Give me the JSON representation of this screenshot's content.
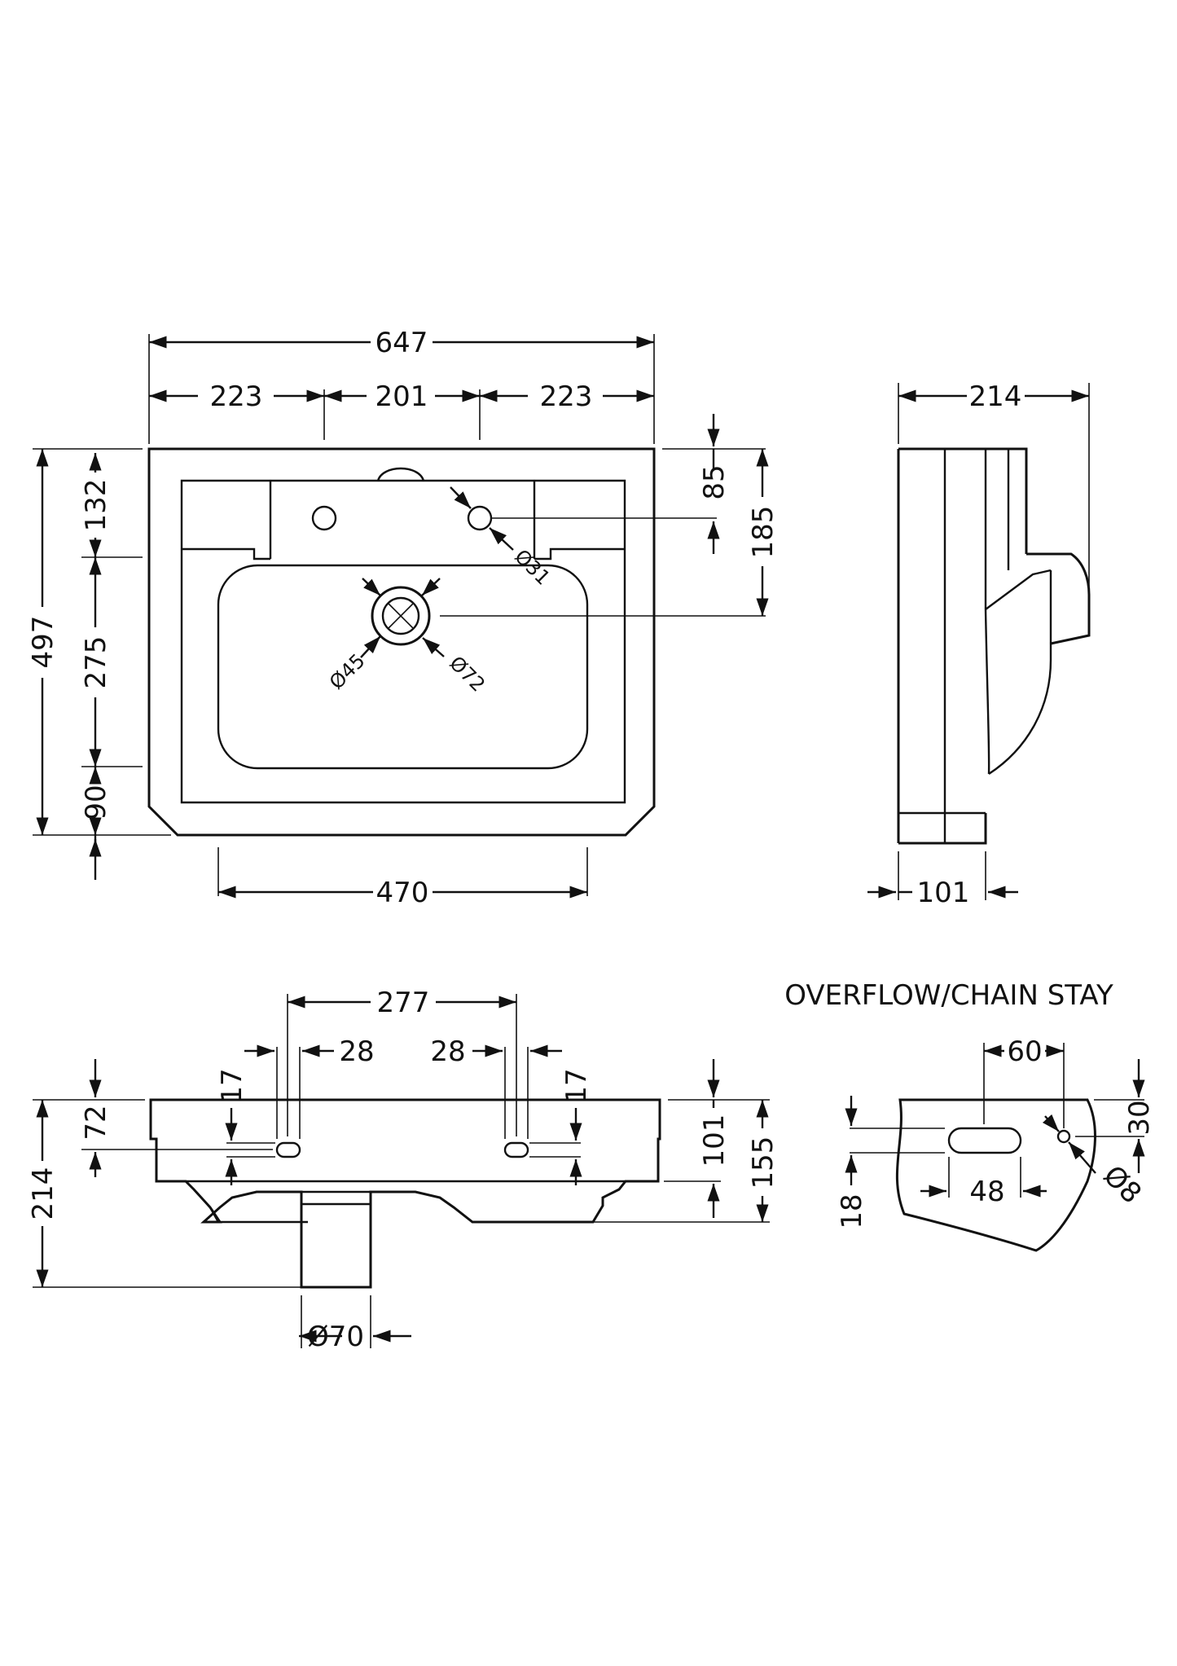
{
  "top_view": {
    "overall_width": "647",
    "left_width": "223",
    "center_width": "201",
    "right_width": "223",
    "depth": "497",
    "tap_ledge": "132",
    "bowl_depth": "275",
    "front_lip": "90",
    "tap_offset": "85",
    "waste_offset": "185",
    "base_width": "470",
    "tap_hole_dia": "Ø31",
    "waste_inner_dia": "Ø45",
    "waste_outer_dia": "Ø72"
  },
  "side_view": {
    "projection": "214",
    "bracket_depth": "101"
  },
  "rear_view": {
    "fixing_centres": "277",
    "slot_left_width": "28",
    "slot_right_width": "28",
    "slot_left_height": "17",
    "slot_right_height": "17",
    "fixing_height": "72",
    "overall_height": "214",
    "fixing_from_top": "101",
    "body_height": "155",
    "waste_outlet_dia": "Ø70"
  },
  "overflow_detail": {
    "title": "OVERFLOW/CHAIN STAY",
    "slot_to_hole": "60",
    "hole_from_top": "30",
    "slot_length": "48",
    "slot_height": "18",
    "hole_dia": "Ø8"
  }
}
